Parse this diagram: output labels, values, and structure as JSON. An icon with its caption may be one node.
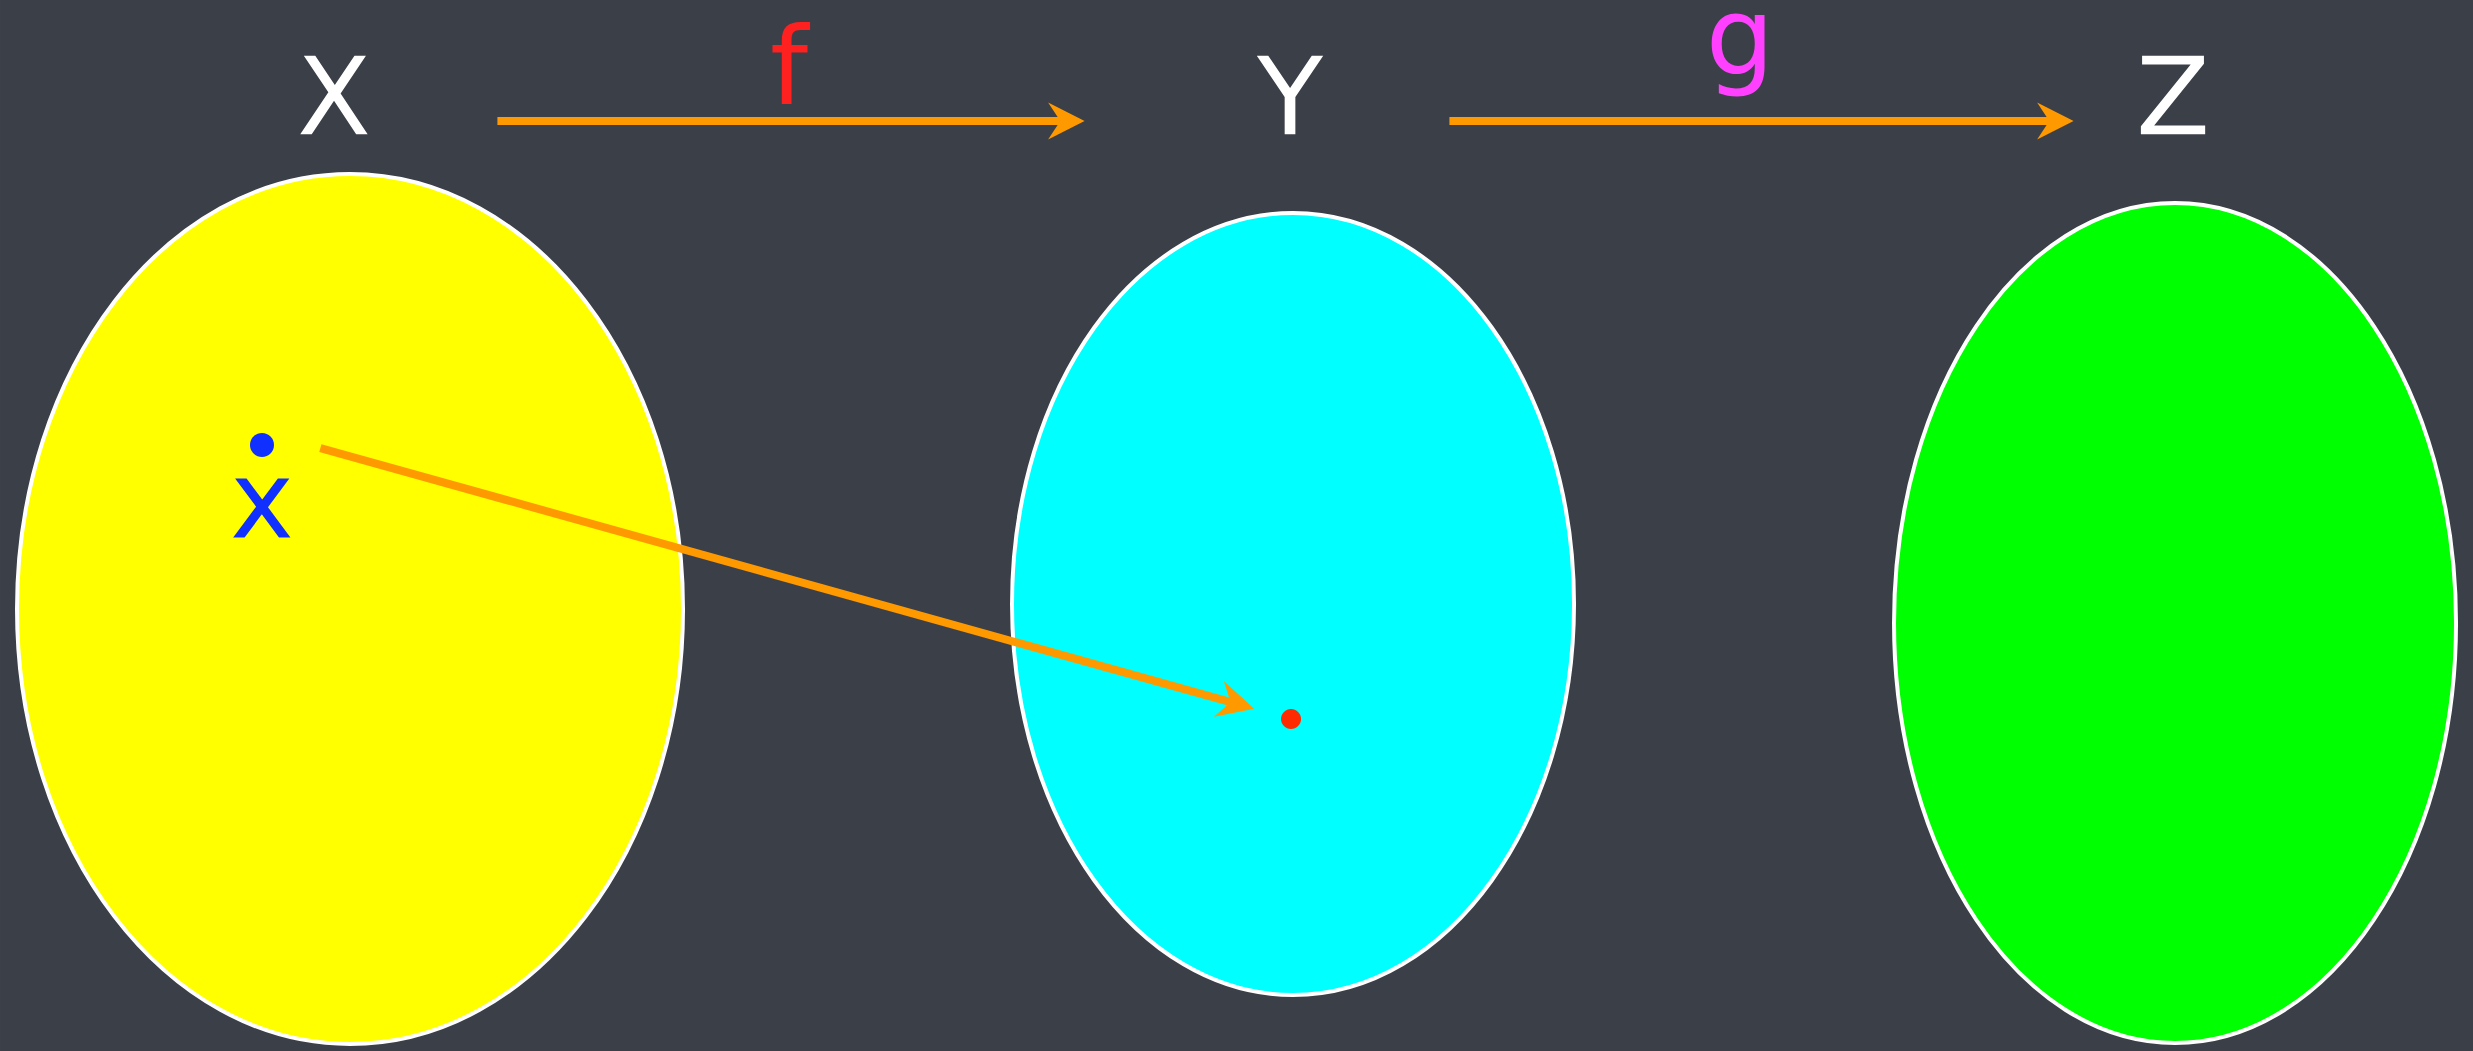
{
  "diagram": {
    "nodes": [
      {
        "text": [
          "X"
        ]
      },
      {
        "text": [
          "Y"
        ]
      },
      {
        "text": [
          "Z"
        ]
      },
      {
        "text": [
          "x"
        ],
        "in": 0
      },
      {
        "text": [],
        "shape": "circle",
        "in": 1
      }
    ],
    "edges": [
      {
        "from": 0,
        "to": 1,
        "arrow": "to",
        "label": "f"
      },
      {
        "from": 1,
        "to": 2,
        "arrow": "to",
        "label": "g"
      },
      {
        "from": 3,
        "to": 4,
        "arrow": "to"
      }
    ]
  }
}
